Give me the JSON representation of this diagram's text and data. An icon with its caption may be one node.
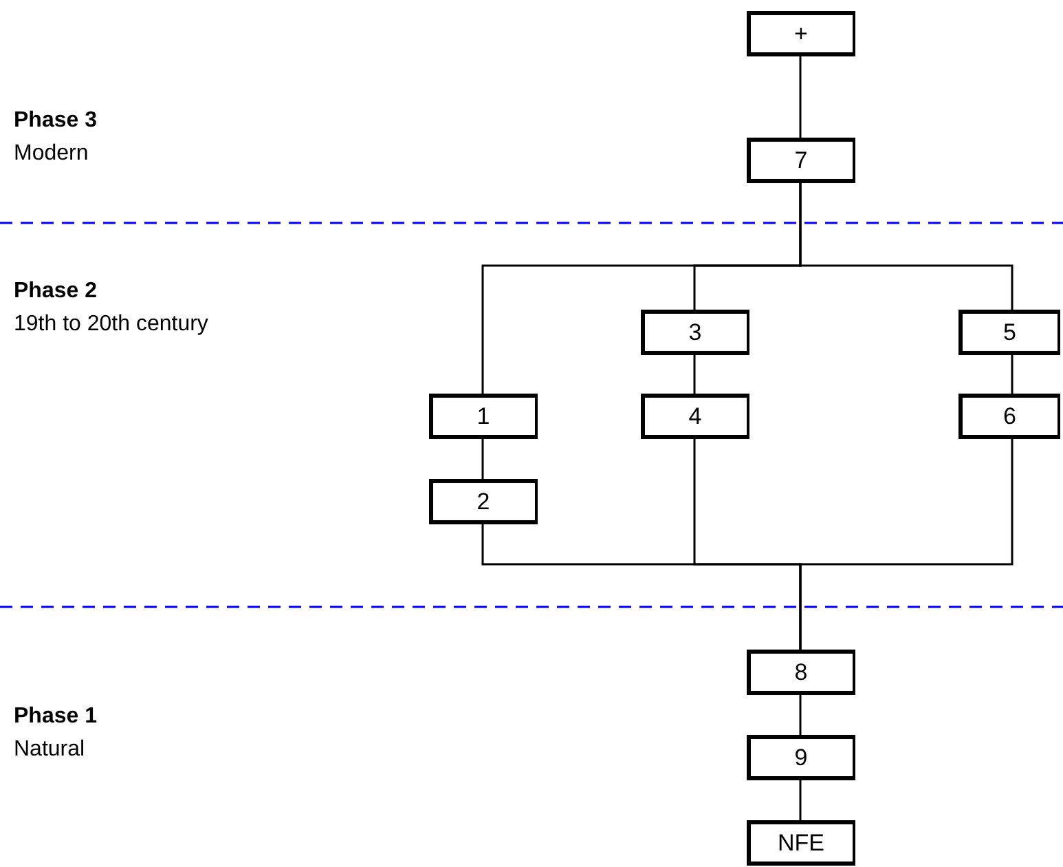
{
  "diagram": {
    "nodes": [
      {
        "text": [
          "+"
        ]
      },
      {
        "text": [
          "7"
        ]
      },
      {
        "text": [
          "3"
        ]
      },
      {
        "text": [
          "5"
        ]
      },
      {
        "text": [
          "1"
        ]
      },
      {
        "text": [
          "4"
        ]
      },
      {
        "text": [
          "6"
        ]
      },
      {
        "text": [
          "2"
        ]
      },
      {
        "text": [
          "8"
        ]
      },
      {
        "text": [
          "9"
        ]
      },
      {
        "text": [
          "NFE"
        ]
      }
    ],
    "edges": [
      {
        "from": 0,
        "to": 1,
        "arrow": "none"
      },
      {
        "from": 1,
        "to": 4,
        "arrow": "none"
      },
      {
        "from": 1,
        "to": 2,
        "arrow": "none"
      },
      {
        "from": 1,
        "to": 3,
        "arrow": "none"
      },
      {
        "from": 4,
        "to": 7,
        "arrow": "none"
      },
      {
        "from": 2,
        "to": 5,
        "arrow": "none"
      },
      {
        "from": 3,
        "to": 6,
        "arrow": "none"
      },
      {
        "from": 7,
        "to": 8,
        "arrow": "none"
      },
      {
        "from": 5,
        "to": 8,
        "arrow": "none"
      },
      {
        "from": 6,
        "to": 8,
        "arrow": "none"
      },
      {
        "from": 8,
        "to": 9,
        "arrow": "none"
      },
      {
        "from": 9,
        "to": 10,
        "arrow": "none"
      }
    ],
    "labels": [
      "Phase 3",
      "Modern",
      "Phase 2",
      "19th to 20th century",
      "Phase 1",
      "Natural"
    ]
  }
}
